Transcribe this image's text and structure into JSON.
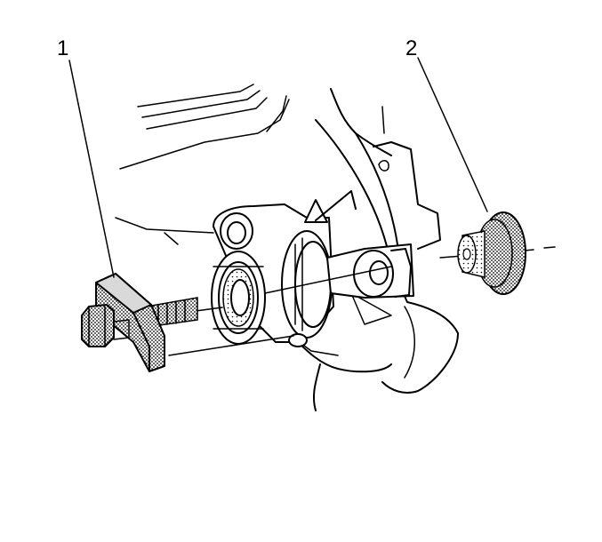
{
  "callouts": [
    {
      "label": "1",
      "part": "tool-bracket-with-bolt"
    },
    {
      "label": "2",
      "part": "seal-bushing"
    }
  ],
  "colors": {
    "line": "#000000",
    "background": "#ffffff",
    "shaded_part": "#b5b5b5"
  }
}
